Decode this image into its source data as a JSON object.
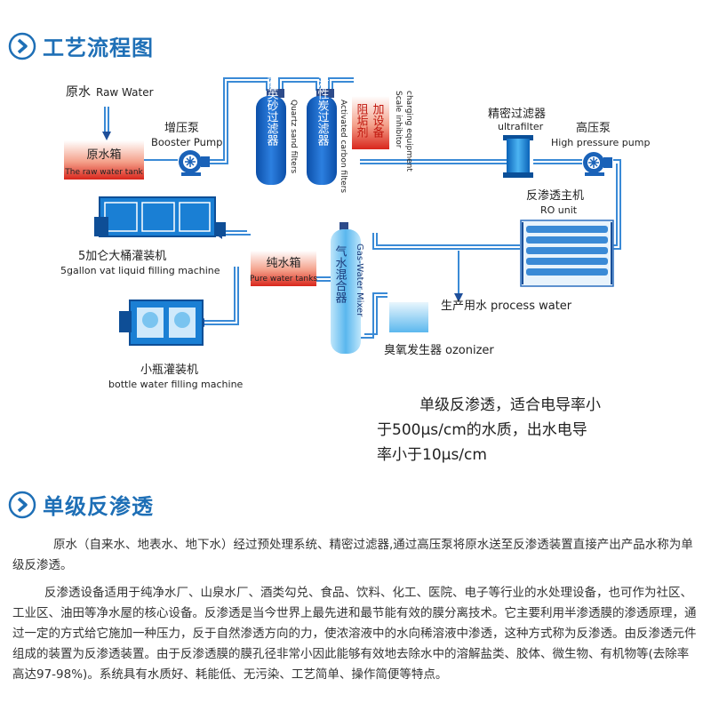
{
  "sections": {
    "process": {
      "title": "工艺流程图"
    },
    "single_ro": {
      "title": "单级反渗透"
    }
  },
  "diagram": {
    "raw_water": {
      "cn": "原水",
      "en": "Raw Water"
    },
    "raw_tank": {
      "cn": "原水箱",
      "en": "The raw water tank"
    },
    "booster_pump": {
      "cn": "增压泵",
      "en": "Booster Pump"
    },
    "quartz_filter": {
      "cn": "石英砂过滤器",
      "en": "Quartz sand filters"
    },
    "carbon_filter": {
      "cn": "活性炭过滤器",
      "en": "Activated carbon filters"
    },
    "scale_inhibitor": {
      "cn1": "阻垢剂",
      "cn2": "加设备",
      "en1": "Scale inhibitor",
      "en2": "charging equipment"
    },
    "ultrafilter": {
      "cn": "精密过滤器",
      "en": "ultrafilter"
    },
    "high_pressure_pump": {
      "cn": "高压泵",
      "en": "High pressure pump"
    },
    "ro_unit": {
      "cn": "反渗透主机",
      "en": "RO unit"
    },
    "vat_filling": {
      "cn": "5加仑大桶灌装机",
      "en": "5gallon vat liquid filling machine"
    },
    "pure_tank": {
      "cn": "纯水箱",
      "en": "Pure water tanks"
    },
    "gas_mixer": {
      "cn": "气水混合器",
      "en": "Gas-Water Mixer"
    },
    "process_water": {
      "cn": "生产用水",
      "en": "process water"
    },
    "ozonizer": {
      "cn": "臭氧发生器",
      "en": "ozonizer"
    },
    "bottle_filling": {
      "cn": "小瓶灌装机",
      "en": "bottle water filling machine"
    }
  },
  "note": {
    "line1": "单级反渗透，适合电导率小",
    "line2": "于500μs/cm的水质，出水电导",
    "line3": "率小于10μs/cm"
  },
  "body": {
    "p1": "原水（自来水、地表水、地下水）经过预处理系统、精密过滤器,通过高压泵将原水送至反渗透装置直接产出产品水称为单级反渗透。",
    "p2": "反渗透设备适用于纯净水厂、山泉水厂、酒类勾兑、食品、饮料、化工、医院、电子等行业的水处理设备，也可作为社区、工业区、油田等净水屋的核心设备。反渗透是当今世界上最先进和最节能有效的膜分离技术。它主要利用半渗透膜的渗透原理，通过一定的方式给它施加一种压力，反于自然渗透方向的力，使浓溶液中的水向稀溶液中渗透，这种方式称为反渗透。由反渗透元件组成的装置为反渗透装置。由于反渗透膜的膜孔径非常小因此能够有效地去除水中的溶解盐类、胶体、微生物、有机物等(去除率高达97-98%)。系统具有水质好、耗能低、无污染、工艺简单、操作简便等特点。"
  },
  "colors": {
    "accent": "#1e6fb6",
    "pipe": "#3a8ad6",
    "tank_red": "#d9261c",
    "equipment_blue": "#1a7fd4"
  }
}
